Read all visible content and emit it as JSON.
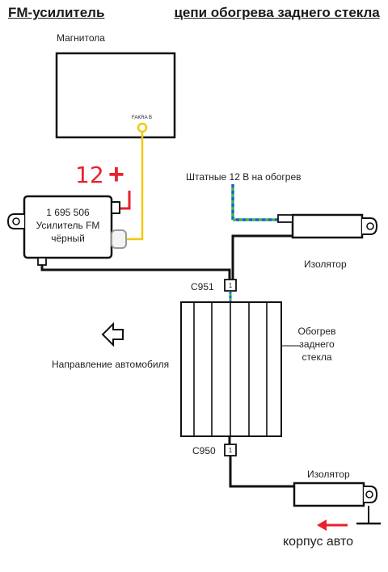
{
  "title": {
    "part1": "FM-усилитель",
    "part2": "цепи обогрева заднего стекла"
  },
  "radio": {
    "label": "Магнитола",
    "connector": "FAKRA B"
  },
  "amplifier": {
    "line1": "1 695 506",
    "line2": "Усилитель FM",
    "line3": "чёрный"
  },
  "annotations": {
    "voltage": "12",
    "plus": "+",
    "stock_12v": "Штатные 12 В на обогрев",
    "direction": "Направление автомобиля",
    "ground": "корпус авто"
  },
  "insulator_top": {
    "label": "Изолятор"
  },
  "insulator_bottom": {
    "label": "Изолятор"
  },
  "connectors": {
    "c951": "C951",
    "c950": "C950",
    "pin": "1"
  },
  "heater": {
    "line1": "Обогрев",
    "line2": "заднего",
    "line3": "стекла"
  },
  "colors": {
    "wire_black": "#111111",
    "wire_yellow": "#f2c811",
    "wire_blue": "#1a5fd1",
    "wire_green": "#3bb54a",
    "annotation_red": "#e8212b"
  }
}
